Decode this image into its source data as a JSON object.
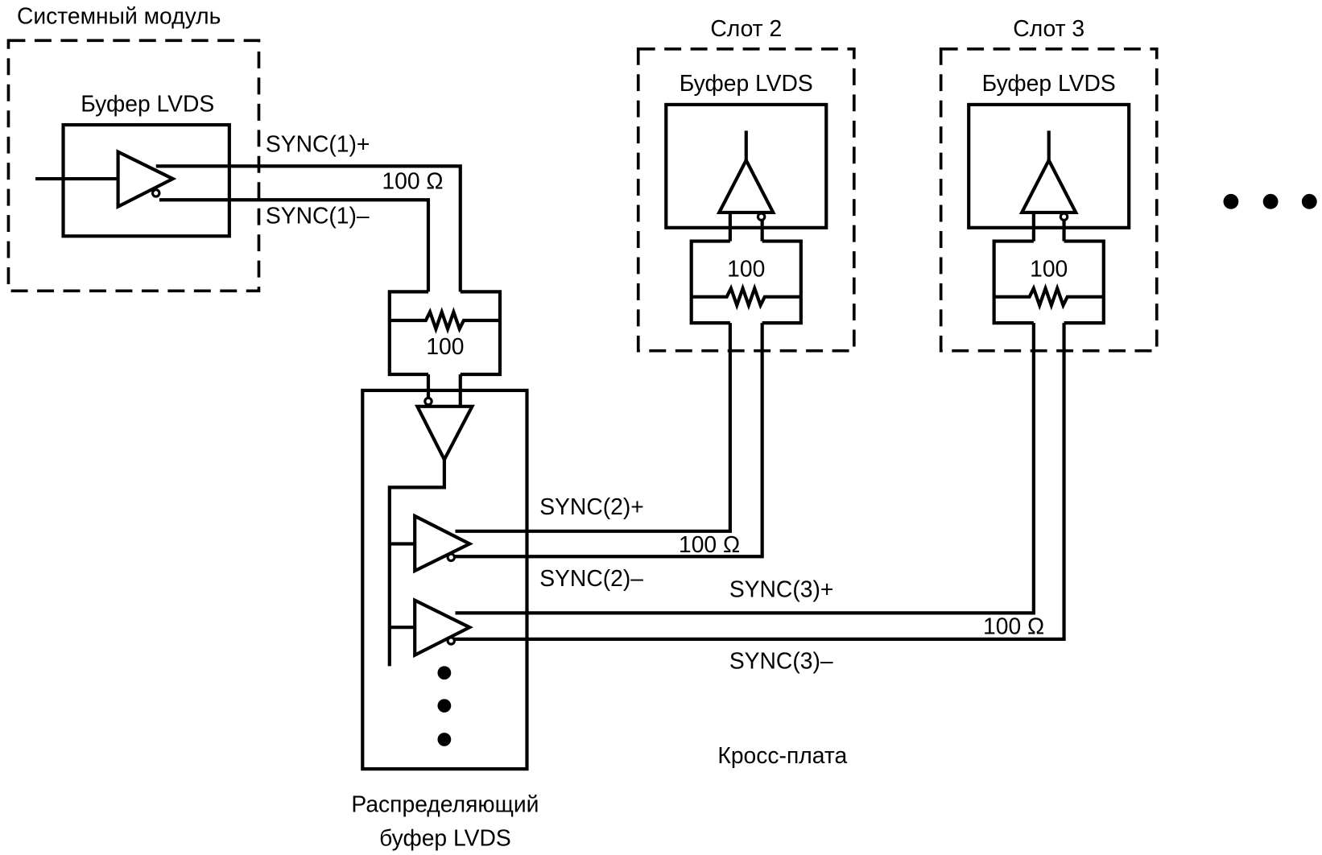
{
  "system_module": {
    "title": "Системный модуль",
    "buffer_label": "Буфер LVDS"
  },
  "lines": {
    "sync1_plus": "SYNC(1)+",
    "sync1_minus": "SYNC(1)–",
    "sync1_res": "100 Ω",
    "sync2_plus": "SYNC(2)+",
    "sync2_minus": "SYNC(2)–",
    "sync2_res": "100 Ω",
    "sync3_plus": "SYNC(3)+",
    "sync3_minus": "SYNC(3)–",
    "sync3_res": "100 Ω"
  },
  "term_resistor": "100",
  "slots": [
    {
      "title": "Слот 2",
      "buffer_label": "Буфер LVDS",
      "resistor": "100"
    },
    {
      "title": "Слот 3",
      "buffer_label": "Буфер LVDS",
      "resistor": "100"
    }
  ],
  "backplane_label": "Кросс-плата",
  "distribution_buffer": {
    "line1": "Распределяющий",
    "line2": "буфер LVDS"
  }
}
